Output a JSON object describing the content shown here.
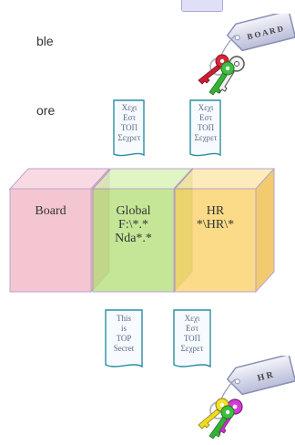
{
  "fragments": {
    "left_top": "ble",
    "left_mid": "ore"
  },
  "keychain_top": {
    "tag_text": "B O A R D"
  },
  "keychain_bottom": {
    "tag_text": "H R"
  },
  "doc_top_left": {
    "lines": [
      "Χεχι",
      "Εστ",
      "ΤΟΠ",
      "Σεχρετ"
    ]
  },
  "doc_top_right": {
    "lines": [
      "Χεχι",
      "Εστ",
      "ΤΟΠ",
      "Σεχρετ"
    ]
  },
  "doc_bottom_left": {
    "lines": [
      "This",
      "is",
      "TOP",
      "Secret"
    ]
  },
  "doc_bottom_right": {
    "lines": [
      "Χεχι",
      "Εστ",
      "ΤΟΠ",
      "Σεχρετ"
    ]
  },
  "cubes": {
    "board": {
      "lines": [
        "Board"
      ],
      "color": "#f2b8c6"
    },
    "global": {
      "lines": [
        "Global",
        "F:\\*.*",
        "Nda*.*"
      ],
      "color": "#b7e07a"
    },
    "hr": {
      "lines": [
        "HR",
        "*\\HR\\*"
      ],
      "color": "#fbd36a"
    }
  }
}
